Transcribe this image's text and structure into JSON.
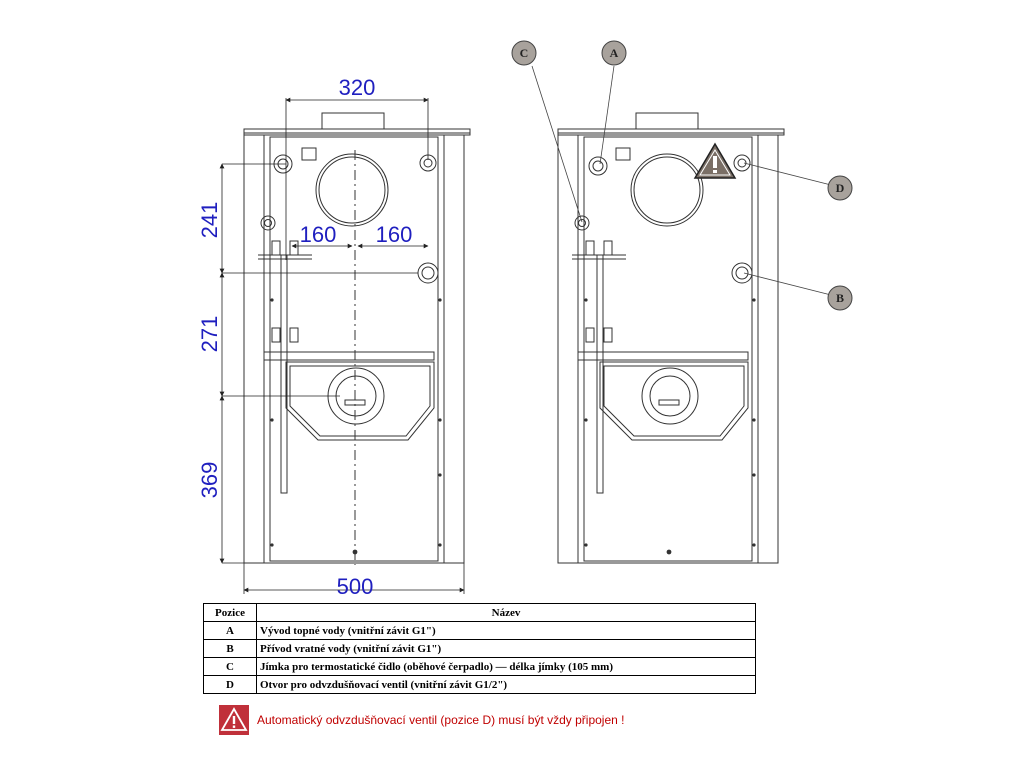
{
  "dimensions": {
    "top_width": "320",
    "left_offset": "160",
    "right_offset": "160",
    "height_upper": "241",
    "height_middle": "271",
    "height_lower": "369",
    "bottom_width": "500"
  },
  "callouts": [
    "C",
    "A",
    "D",
    "B"
  ],
  "table": {
    "header_position": "Pozice",
    "header_name": "Název",
    "rows": [
      {
        "position": "A",
        "name": "Vývod topné vody (vnitřní závit G1\")"
      },
      {
        "position": "B",
        "name": "Přívod vratné vody (vnitřní závit G1\")"
      },
      {
        "position": "C",
        "name": "Jímka pro termostatické čidlo (oběhové čerpadlo) — délka jímky (105 mm)"
      },
      {
        "position": "D",
        "name": "Otvor pro odvzdušňovací ventil (vnitřní závit G1/2\")"
      }
    ]
  },
  "warning": {
    "text": "Automatický odvzdušňovací ventil (pozice D) musí být vždy připojen !",
    "color": "#c00000"
  },
  "colors": {
    "dimension_text": "#1f1fbf",
    "callout_fill": "#a8a29c",
    "outline": "#333333"
  }
}
